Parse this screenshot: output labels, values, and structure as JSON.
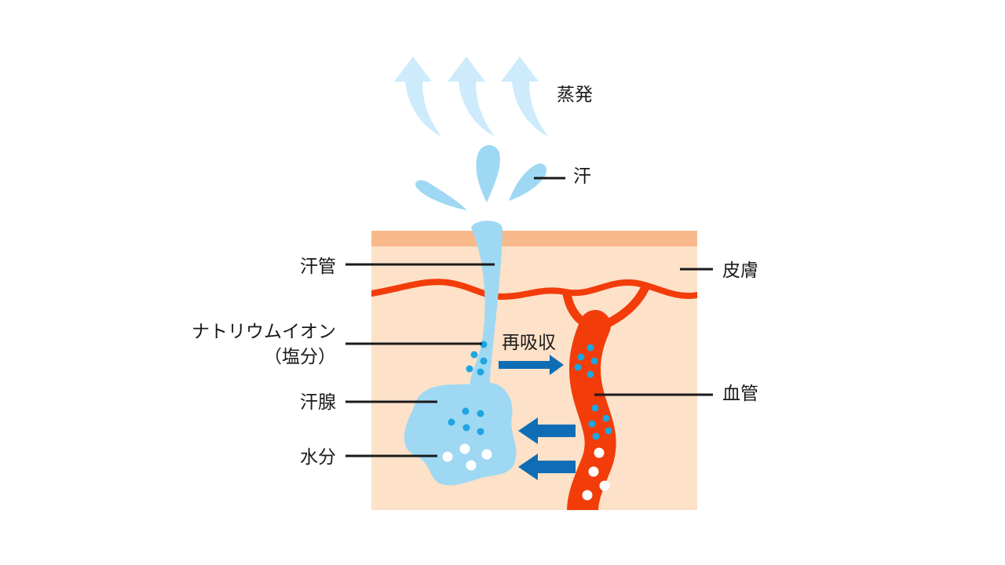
{
  "labels": {
    "evaporation": "蒸発",
    "sweat": "汗",
    "skin": "皮膚",
    "sweat_duct": "汗管",
    "sodium_ion_line1": "ナトリウムイオン",
    "sodium_ion_line2": "（塩分）",
    "reabsorption": "再吸収",
    "sweat_gland": "汗腺",
    "blood_vessel": "血管",
    "water": "水分"
  },
  "colors": {
    "skin_surface": "#f8b98a",
    "skin_tissue": "#fde1c8",
    "blood_vessel": "#f23c0a",
    "sweat": "#9fd8f3",
    "evaporation_arrow": "#cdebfa",
    "ion_dot": "#1ca6e2",
    "water_dot": "#ffffff",
    "flow_arrow": "#0f6db5",
    "leader_line": "#1a1a1a"
  }
}
